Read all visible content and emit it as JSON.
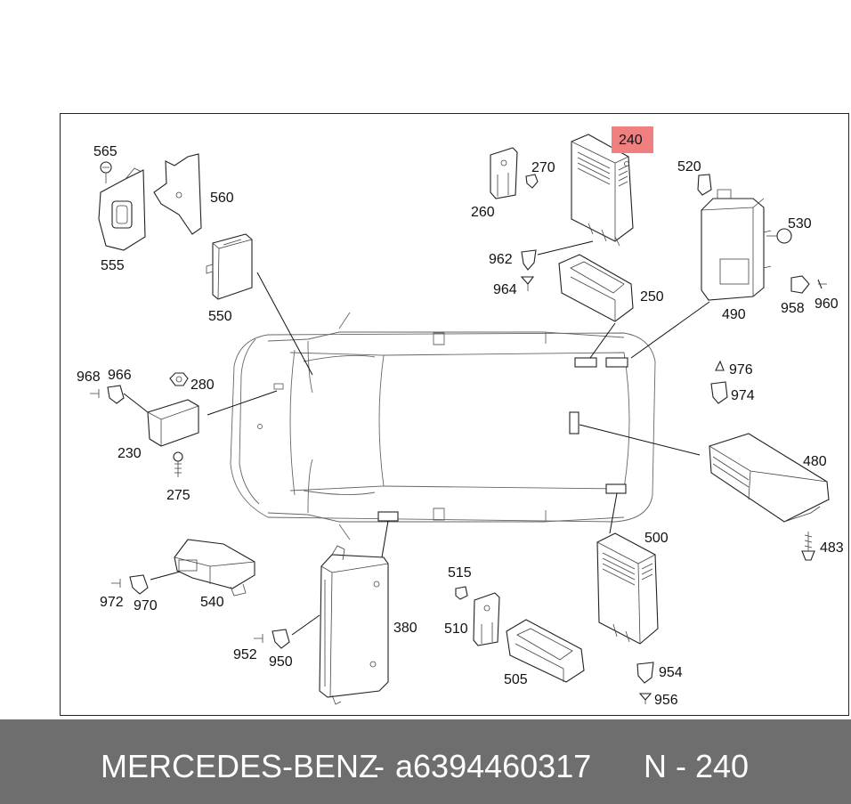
{
  "footer": {
    "brand": "MERCEDES-BENZ",
    "separator": "-",
    "part_number": "a6394460317",
    "position": "N - 240"
  },
  "highlight_color": "#f08080",
  "labels": {
    "l565": "565",
    "l560": "560",
    "l555": "555",
    "l550": "550",
    "l260": "260",
    "l270": "270",
    "l240": "240",
    "l962": "962",
    "l964": "964",
    "l250": "250",
    "l520": "520",
    "l530": "530",
    "l490": "490",
    "l958": "958",
    "l960": "960",
    "l968": "968",
    "l966": "966",
    "l280": "280",
    "l230": "230",
    "l275": "275",
    "l976": "976",
    "l974": "974",
    "l480": "480",
    "l483": "483",
    "l972": "972",
    "l970": "970",
    "l540": "540",
    "l952": "952",
    "l950": "950",
    "l380": "380",
    "l515": "515",
    "l510": "510",
    "l505": "505",
    "l500": "500",
    "l954": "954",
    "l956": "956"
  }
}
